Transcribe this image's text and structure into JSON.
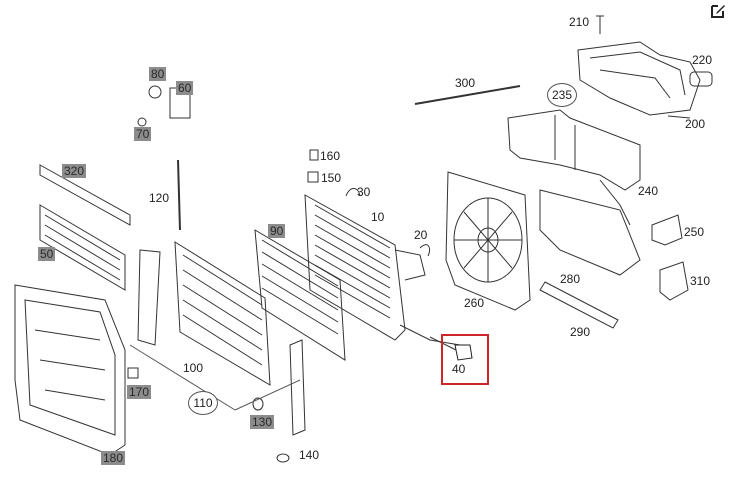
{
  "toolbar": {
    "edit_icon": "pencil-square-icon"
  },
  "diagram": {
    "highlight_color": "#d0242b",
    "gray_label_color": "#8c8c8c",
    "line_color": "#333333",
    "labels": [
      {
        "id": "210",
        "text": "210"
      },
      {
        "id": "220",
        "text": "220"
      },
      {
        "id": "300",
        "text": "300"
      },
      {
        "id": "235",
        "text": "235"
      },
      {
        "id": "200",
        "text": "200"
      },
      {
        "id": "80",
        "text": "80"
      },
      {
        "id": "60",
        "text": "60"
      },
      {
        "id": "70",
        "text": "70"
      },
      {
        "id": "160",
        "text": "160"
      },
      {
        "id": "150",
        "text": "150"
      },
      {
        "id": "30",
        "text": "30"
      },
      {
        "id": "120",
        "text": "120"
      },
      {
        "id": "320",
        "text": "320"
      },
      {
        "id": "10",
        "text": "10"
      },
      {
        "id": "240",
        "text": "240"
      },
      {
        "id": "90",
        "text": "90"
      },
      {
        "id": "20",
        "text": "20"
      },
      {
        "id": "250",
        "text": "250"
      },
      {
        "id": "50",
        "text": "50"
      },
      {
        "id": "280",
        "text": "280"
      },
      {
        "id": "310",
        "text": "310"
      },
      {
        "id": "260",
        "text": "260"
      },
      {
        "id": "290",
        "text": "290"
      },
      {
        "id": "40",
        "text": "40"
      },
      {
        "id": "100",
        "text": "100"
      },
      {
        "id": "170",
        "text": "170"
      },
      {
        "id": "110",
        "text": "110"
      },
      {
        "id": "130",
        "text": "130"
      },
      {
        "id": "140",
        "text": "140"
      },
      {
        "id": "180",
        "text": "180"
      }
    ]
  }
}
